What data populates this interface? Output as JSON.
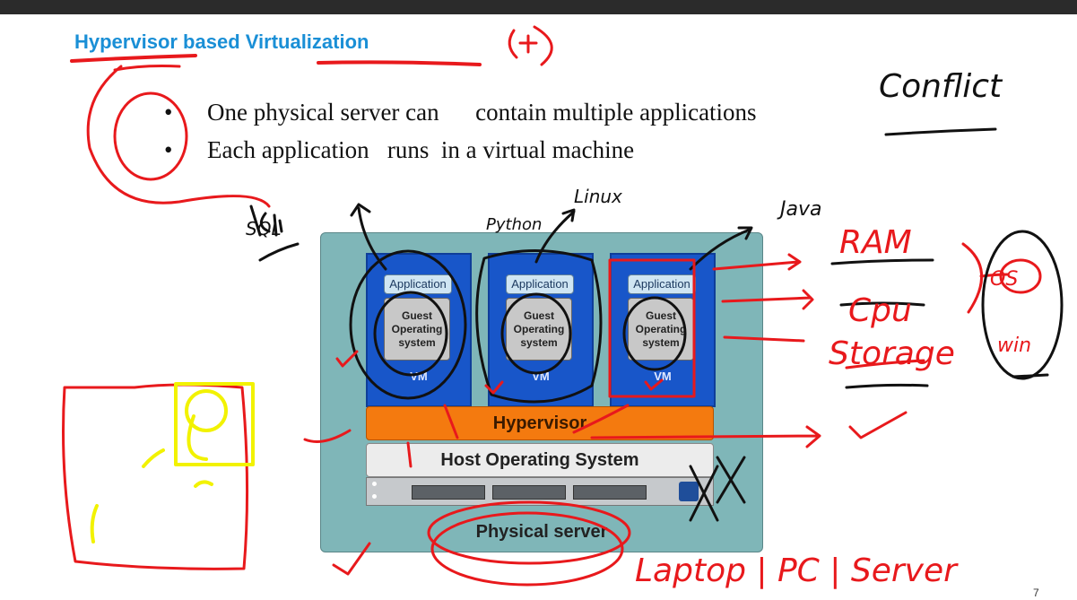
{
  "slide": {
    "title": "Hypervisor based Virtualization",
    "bullets": [
      "One physical server can      contain multiple applications",
      "Each application   runs  in a virtual machine"
    ],
    "page_number": "7"
  },
  "diagram": {
    "vms": [
      {
        "app": "Application",
        "guest_lines": [
          "Guest",
          "Operating",
          "system"
        ],
        "label": "VM"
      },
      {
        "app": "Application",
        "guest_lines": [
          "Guest",
          "Operating",
          "system"
        ],
        "label": "VM"
      },
      {
        "app": "Application",
        "guest_lines": [
          "Guest",
          "Operating",
          "system"
        ],
        "label": "VM"
      }
    ],
    "hypervisor": "Hypervisor",
    "host_os": "Host Operating System",
    "physical_server": "Physical server"
  },
  "annotations": {
    "conflict": "Conflict",
    "ram": "RAM",
    "cpu": "Cpu",
    "storage": "Storage",
    "os": "OS",
    "win": "win",
    "laptop": "Laptop | PC | Server",
    "sql": "SQL",
    "python": "Python",
    "java": "Java",
    "linux": "Linux",
    "marks": "XX",
    "plus_marker": "(+)"
  },
  "colors": {
    "title": "#1a8fd6",
    "ink_red": "#e8191c",
    "ink_black": "#111111",
    "ink_yellow": "#f2f200",
    "vm_blue": "#1856c9",
    "hypervisor_orange": "#f47a0f",
    "diagram_bg": "#7fb6b8"
  }
}
